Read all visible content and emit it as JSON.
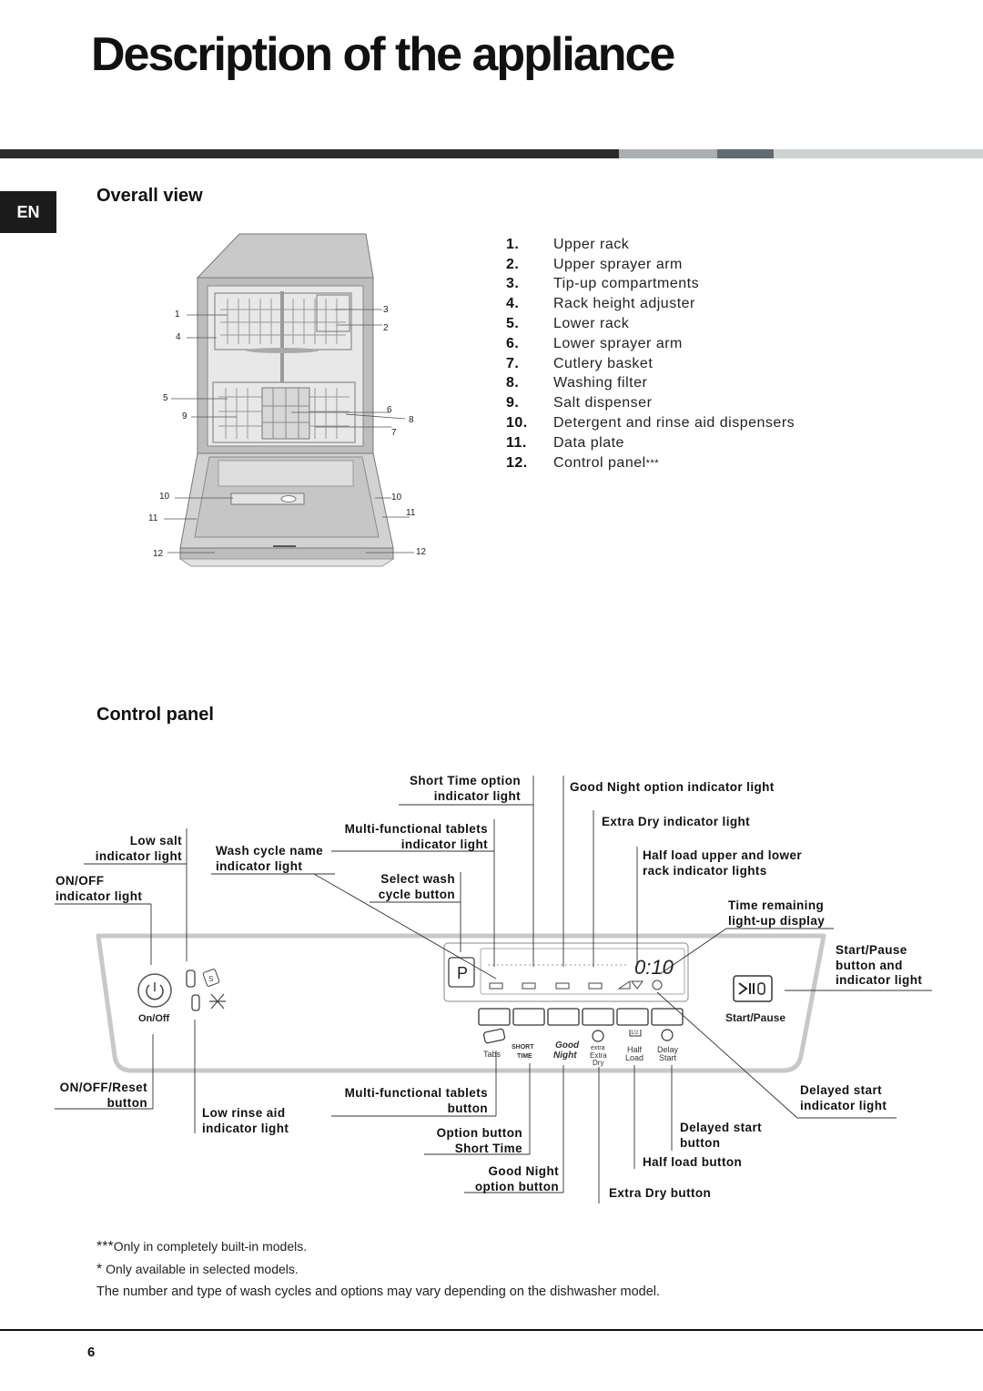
{
  "page": {
    "title": "Description of the appliance",
    "language_tab": "EN",
    "page_number": "6"
  },
  "overall_view": {
    "heading": "Overall view",
    "parts": [
      {
        "num": "1.",
        "label": "Upper rack"
      },
      {
        "num": "2.",
        "label": "Upper sprayer arm"
      },
      {
        "num": "3.",
        "label": "Tip-up compartments"
      },
      {
        "num": "4.",
        "label": "Rack height adjuster"
      },
      {
        "num": "5.",
        "label": "Lower rack"
      },
      {
        "num": "6.",
        "label": "Lower sprayer arm"
      },
      {
        "num": "7.",
        "label": "Cutlery basket"
      },
      {
        "num": "8.",
        "label": "Washing filter"
      },
      {
        "num": "9.",
        "label": "Salt dispenser"
      },
      {
        "num": "10.",
        "label": "Detergent and rinse aid dispensers"
      },
      {
        "num": "11.",
        "label": "Data plate"
      },
      {
        "num": "12.",
        "label": "Control panel",
        "sup": "***"
      }
    ],
    "callouts": {
      "n1": "1",
      "n2": "2",
      "n3": "3",
      "n4": "4",
      "n5": "5",
      "n6": "6",
      "n7": "7",
      "n8": "8",
      "n9": "9",
      "n10": "10",
      "n11": "11",
      "n12": "12"
    }
  },
  "control_panel": {
    "heading": "Control panel",
    "labels": {
      "short_time_light": [
        "Short Time option",
        "indicator light"
      ],
      "good_night_light": "Good Night option indicator light",
      "low_salt_light": [
        "Low salt",
        "indicator light"
      ],
      "multi_tablets_light": [
        "Multi-functional tablets",
        "indicator light"
      ],
      "extra_dry_light": "Extra Dry indicator light",
      "wash_cycle_name_light": [
        "Wash cycle name",
        "indicator light"
      ],
      "half_load_lights": [
        "Half load upper and lower",
        "rack indicator lights"
      ],
      "onoff_light": [
        "ON/OFF",
        "indicator light"
      ],
      "select_wash_button": [
        "Select wash",
        "cycle button"
      ],
      "time_remaining_display": [
        "Time remaining",
        "light-up display"
      ],
      "start_pause_button": [
        "Start/Pause",
        "button and",
        "indicator light"
      ],
      "onoff_reset_button": [
        "ON/OFF/Reset",
        "button"
      ],
      "multi_tablets_button": [
        "Multi-functional tablets",
        "button"
      ],
      "delayed_start_light": [
        "Delayed start",
        "indicator light"
      ],
      "low_rinse_light": [
        "Low rinse aid",
        "indicator light"
      ],
      "option_short_time_button": [
        "Option button",
        "Short Time"
      ],
      "delayed_start_button": [
        "Delayed start",
        "button"
      ],
      "half_load_button": "Half load button",
      "good_night_button": [
        "Good Night",
        "option button"
      ],
      "extra_dry_button": "Extra Dry button"
    },
    "panel_text": {
      "on_off": "On/Off",
      "start_pause": "Start/Pause",
      "program_key": "P",
      "display_time": "0:10",
      "tabs": "Tabs",
      "extra": "extra",
      "extra_dry_1": "Extra",
      "extra_dry_2": "Dry",
      "half": "Half",
      "load": "Load",
      "half_mark": "1/2",
      "delay": "Delay",
      "start": "Start",
      "good_1": "Good",
      "night_1": "Night",
      "short_1": "SHORT",
      "time_1": "TIME"
    }
  },
  "footnotes": {
    "f1_mark": "***",
    "f1": "Only in completely built-in models.",
    "f2_mark": "*",
    "f2": " Only available in selected models.",
    "note": "The number and type of wash cycles and options may vary depending on the dishwasher model."
  },
  "colors": {
    "rule_dark": "#2b2b2b",
    "rule_mid": "#a9afb0",
    "rule_steel": "#5f6b70",
    "rule_light": "#cdd3d2",
    "panel_outline": "#c8c8c8"
  }
}
